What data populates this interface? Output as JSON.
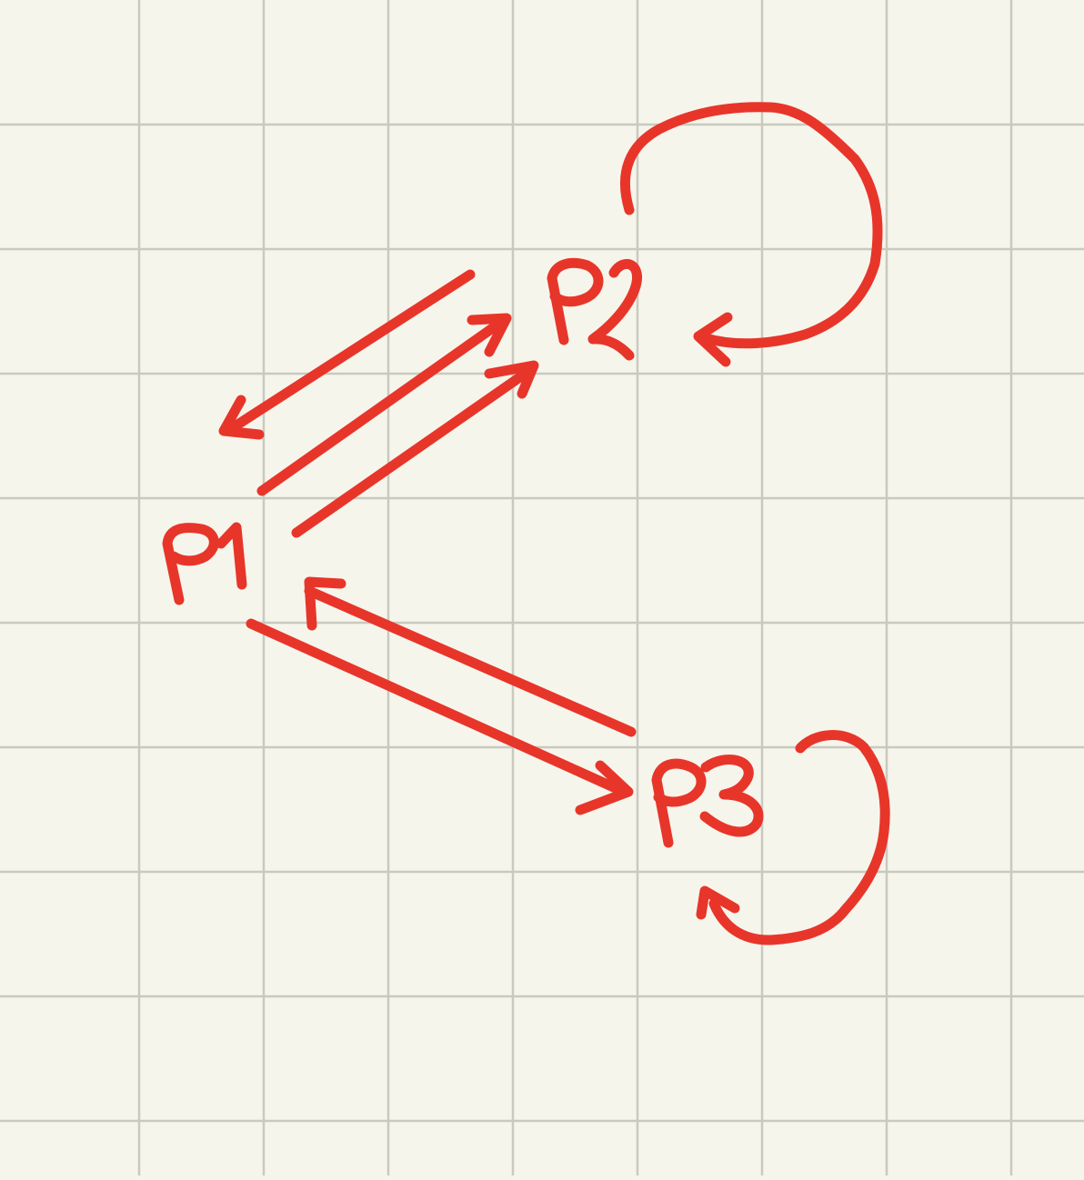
{
  "diagram": {
    "nodes": [
      {
        "id": "p1",
        "label": "P1"
      },
      {
        "id": "p2",
        "label": "P2"
      },
      {
        "id": "p3",
        "label": "P3"
      }
    ],
    "edges": [
      {
        "from": "p2",
        "to": "p1"
      },
      {
        "from": "p1",
        "to": "p2"
      },
      {
        "from": "p1",
        "to": "p2"
      },
      {
        "from": "p2",
        "to": "p2"
      },
      {
        "from": "p3",
        "to": "p1"
      },
      {
        "from": "p1",
        "to": "p3"
      },
      {
        "from": "p3",
        "to": "p3"
      }
    ]
  },
  "colors": {
    "background": "#f6f5ec",
    "grid": "#c9c9c0",
    "ink": "#e8352a"
  }
}
